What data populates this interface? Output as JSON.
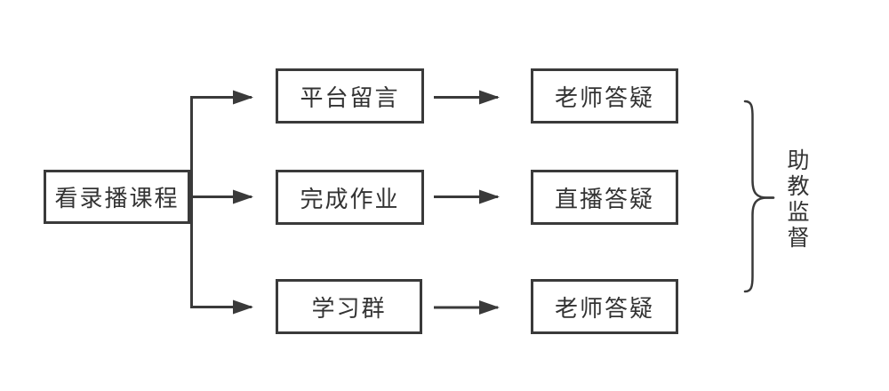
{
  "diagram": {
    "background_color": "#ffffff",
    "line_color": "#3a3a3a",
    "text_color": "#333333",
    "root": {
      "label": "看录播课程"
    },
    "middle_nodes": [
      {
        "label": "平台留言"
      },
      {
        "label": "完成作业"
      },
      {
        "label": "学习群"
      }
    ],
    "right_nodes": [
      {
        "label": "老师答疑"
      },
      {
        "label": "直播答疑"
      },
      {
        "label": "老师答疑"
      }
    ],
    "brace_label": "助教监督"
  }
}
